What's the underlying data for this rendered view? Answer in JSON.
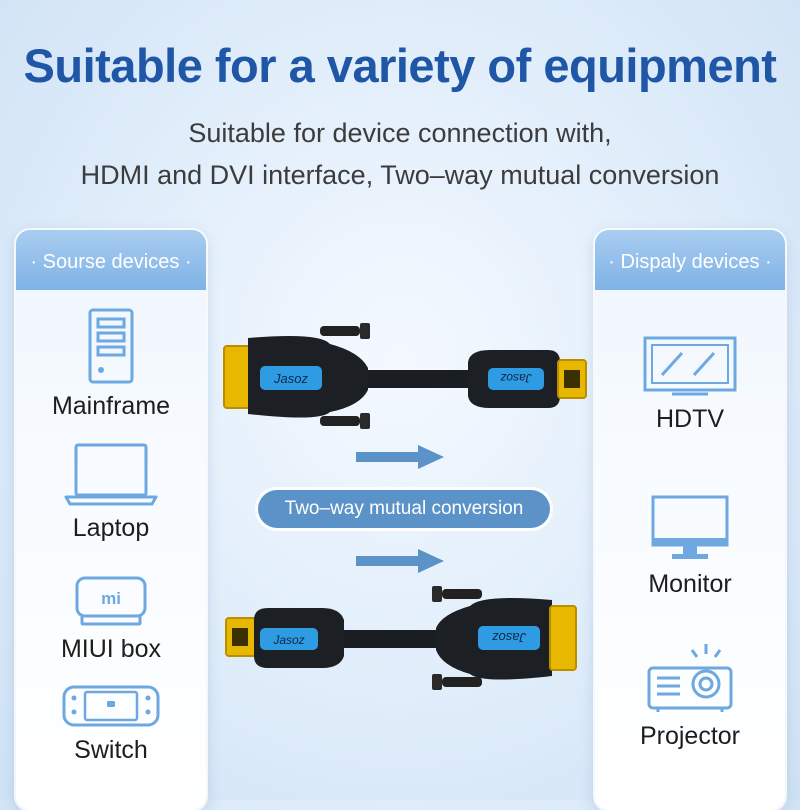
{
  "header": {
    "title": "Suitable for a variety of equipment",
    "subtitle_line1": "Suitable for device connection with,",
    "subtitle_line2": "HDMI and DVI interface, Two–way mutual conversion"
  },
  "source_panel": {
    "title": "· Sourse devices ·",
    "devices": [
      {
        "label": "Mainframe",
        "icon": "mainframe-icon"
      },
      {
        "label": "Laptop",
        "icon": "laptop-icon"
      },
      {
        "label": "MIUI box",
        "icon": "miui-box-icon",
        "icon_text": "mi"
      },
      {
        "label": "Switch",
        "icon": "switch-console-icon"
      }
    ]
  },
  "display_panel": {
    "title": "· Dispaly devices ·",
    "devices": [
      {
        "label": "HDTV",
        "icon": "hdtv-icon"
      },
      {
        "label": "Monitor",
        "icon": "monitor-icon"
      },
      {
        "label": "Projector",
        "icon": "projector-icon"
      }
    ]
  },
  "center": {
    "conversion_label": "Two–way mutual conversion",
    "brand": "Jasoz"
  },
  "colors": {
    "title_blue": "#1f56a6",
    "accent_blue": "#5b92c8",
    "connector_blue": "#2e9be2",
    "connector_gold": "#e8b800"
  }
}
